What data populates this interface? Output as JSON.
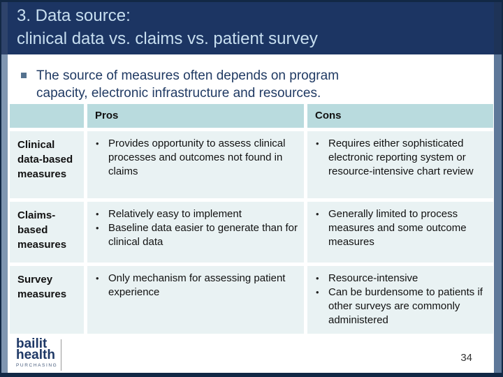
{
  "slide": {
    "title_line1": "3. Data source:",
    "title_line2": "clinical data vs. claims vs. patient survey",
    "intro_text": "The source of measures often depends on program capacity, electronic infrastructure and resources.",
    "page_number": "34"
  },
  "table": {
    "columns": [
      "",
      "Pros",
      "Cons"
    ],
    "rows": [
      {
        "label": "Clinical data-based measures",
        "pros": [
          "Provides opportunity to assess clinical processes and outcomes not found in claims"
        ],
        "cons": [
          "Requires either sophisticated electronic reporting system or resource-intensive chart review"
        ]
      },
      {
        "label": "Claims-based measures",
        "pros": [
          "Relatively easy to implement",
          "Baseline data easier to generate than for clinical data"
        ],
        "cons": [
          "Generally limited to process measures and some outcome measures"
        ]
      },
      {
        "label": "Survey measures",
        "pros": [
          "Only mechanism for assessing patient experience"
        ],
        "cons": [
          "Resource-intensive",
          "Can be burdensome to patients if other surveys are commonly administered"
        ]
      }
    ]
  },
  "logo": {
    "line1": "bailit",
    "line2": "health",
    "line3": "PURCHASING"
  },
  "colors": {
    "header_bg": "#1C3563",
    "title_text": "#C8DFF0",
    "table_header_bg": "#B9DBDE",
    "table_cell_bg": "#E9F2F3",
    "edge_strip_left": "#8096B1",
    "edge_strip_right": "#5E7899",
    "body_text": "#203A63"
  }
}
